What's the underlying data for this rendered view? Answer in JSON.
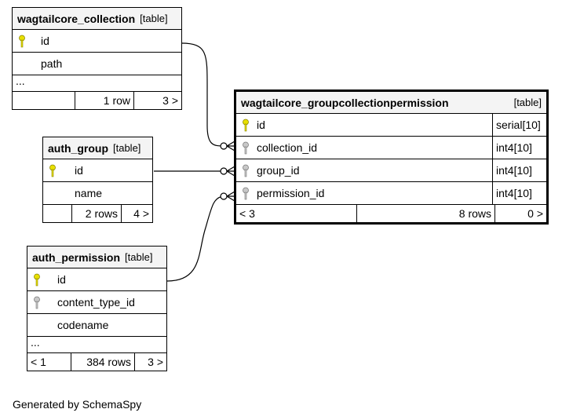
{
  "tables": {
    "collection": {
      "name": "wagtailcore_collection",
      "type": "[table]",
      "rows": [
        {
          "name": "id",
          "key": "primary"
        },
        {
          "name": "path",
          "key": "none"
        }
      ],
      "ellipsis": "...",
      "footer": {
        "parents": "",
        "rows": "1 row",
        "children": "3 >"
      }
    },
    "group": {
      "name": "auth_group",
      "type": "[table]",
      "rows": [
        {
          "name": "id",
          "key": "primary"
        },
        {
          "name": "name",
          "key": "none"
        }
      ],
      "footer": {
        "parents": "",
        "rows": "2 rows",
        "children": "4 >"
      }
    },
    "permission": {
      "name": "auth_permission",
      "type": "[table]",
      "rows": [
        {
          "name": "id",
          "key": "primary"
        },
        {
          "name": "content_type_id",
          "key": "foreign"
        },
        {
          "name": "codename",
          "key": "none"
        }
      ],
      "ellipsis": "...",
      "footer": {
        "parents": "< 1",
        "rows": "384 rows",
        "children": "3 >"
      }
    },
    "gcp": {
      "name": "wagtailcore_groupcollectionpermission",
      "type": "[table]",
      "rows": [
        {
          "name": "id",
          "key": "primary",
          "datatype": "serial[10]"
        },
        {
          "name": "collection_id",
          "key": "foreign",
          "datatype": "int4[10]"
        },
        {
          "name": "group_id",
          "key": "foreign",
          "datatype": "int4[10]"
        },
        {
          "name": "permission_id",
          "key": "foreign",
          "datatype": "int4[10]"
        }
      ],
      "footer": {
        "parents": "< 3",
        "rows": "8 rows",
        "children": "0 >"
      }
    }
  },
  "colors": {
    "primary_key": "#e8e000",
    "foreign_key": "#b0b0b0",
    "header_bg": "#f4f4f4"
  },
  "generated_by": "Generated by SchemaSpy"
}
